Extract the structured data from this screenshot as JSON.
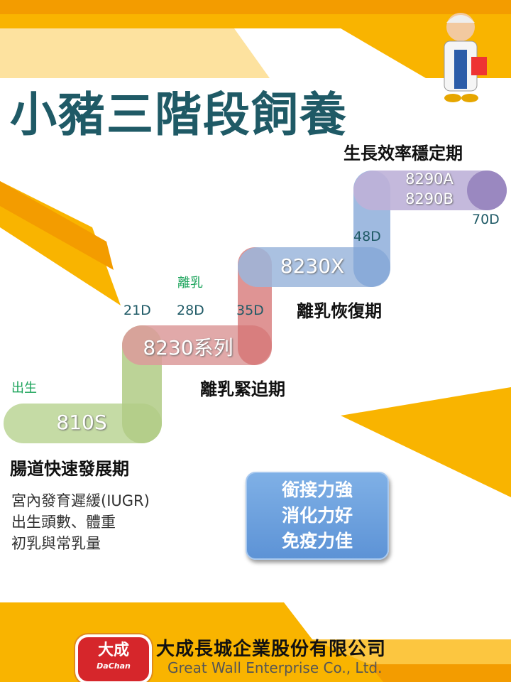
{
  "title": "小豬三階段飼養",
  "stages": {
    "stage1": "腸道快速發展期",
    "stage2": "離乳緊迫期",
    "stage3": "離乳恢復期",
    "stage4": "生長效率穩定期"
  },
  "products": {
    "p1": "810S",
    "p2": "8230系列",
    "p3": "8230X",
    "p4a": "8290A",
    "p4b": "8290B"
  },
  "milestones": {
    "birth": "出生",
    "weaning": "離乳",
    "d21": "21D",
    "d28": "28D",
    "d35": "35D",
    "d48": "48D",
    "d70": "70D"
  },
  "notes": [
    "宮內發育遲緩(IUGR)",
    "出生頭數、體重",
    "初乳與常乳量"
  ],
  "benefits": [
    "銜接力強",
    "消化力好",
    "免疫力佳"
  ],
  "footer": {
    "logo_text": "大成",
    "logo_sub": "DaChan",
    "company_cn": "大成長城企業股份有限公司",
    "company_en": "Great Wall Enterprise Co., Ltd."
  },
  "colors": {
    "green": "#b5cf8e",
    "red": "#d98080",
    "blue": "#7fa3d6",
    "purple": "#a898c8",
    "orange": "#f7a800"
  }
}
